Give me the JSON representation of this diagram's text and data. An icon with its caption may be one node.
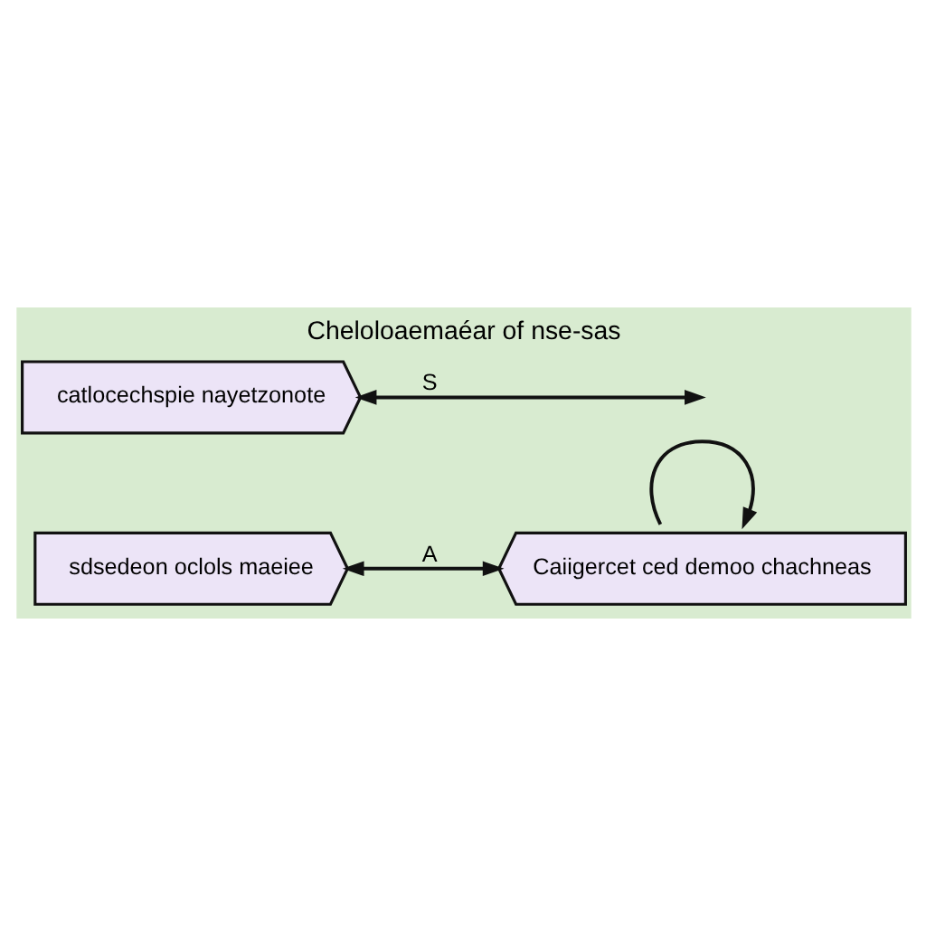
{
  "diagram": {
    "title": "Cheloloaemaéar of nse-sas",
    "nodes": [
      {
        "text": [
          "sdsedeon oclols maeiee"
        ]
      },
      {
        "text": [
          "Caiigercet ced demoo chachneas"
        ]
      },
      {
        "text": [
          "catlocechspie nayetzonote"
        ]
      }
    ],
    "edges": [
      {
        "from": 0,
        "to": 1,
        "arrow": "both",
        "label": "A"
      },
      {
        "from": 1,
        "to": 1,
        "arrow": "to"
      },
      {
        "from": 2,
        "to": null,
        "arrow": "both",
        "label": "S"
      }
    ]
  }
}
